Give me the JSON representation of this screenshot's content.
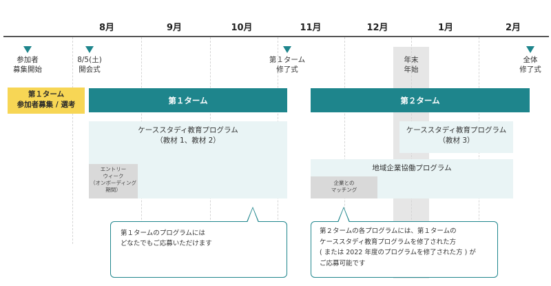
{
  "months": [
    "8月",
    "9月",
    "10月",
    "11月",
    "12月",
    "1月",
    "2月"
  ],
  "milestones": {
    "recruit_start": "参加者\n募集開始",
    "opening": "8/5(土)\n開会式",
    "term1_end": "第１ターム\n修了式",
    "year_end": "年末\n年始",
    "overall_end": "全体\n修了式"
  },
  "bars": {
    "recruit_select": "第１ターム\n参加者募集 / 選考",
    "term1": "第１ターム",
    "term2": "第２ターム"
  },
  "programs": {
    "case_study_1": "ケーススタディ教育プログラム\n（教材 1、教材 2）",
    "case_study_2": "ケーススタディ教育プログラム\n（教材 3）",
    "regional": "地域企業協働プログラム",
    "entry_week": "エントリー\nウィーク\n（オンボーディング\n期間）",
    "matching": "企業との\nマッチング"
  },
  "callouts": {
    "term1_note": "第１タームのプログラムには\nどなたでもご応募いただけます",
    "term2_note": "第２タームの各プログラムには、第１タームの\nケーススタディ教育プログラムを修了された方\n( または 2022 年度のプログラムを修了された方 ) が\nご応募可能です"
  },
  "colors": {
    "teal": "#1e858c",
    "yellow": "#f7d655",
    "pale": "#e9f4f5",
    "gray": "#d9d9d9"
  }
}
